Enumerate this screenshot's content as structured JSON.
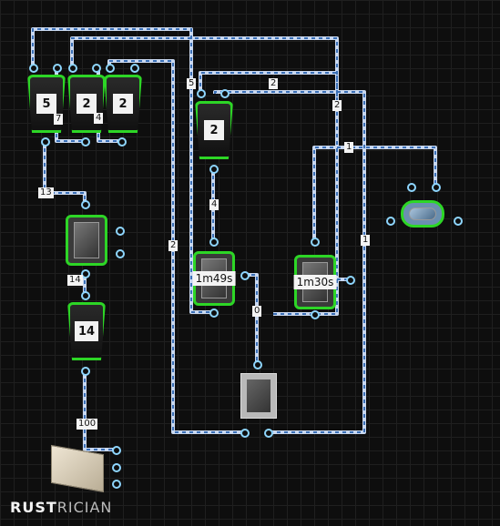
{
  "app": {
    "logo_primary": "RUST",
    "logo_secondary": "RICIAN"
  },
  "components": {
    "battery_a": "5",
    "battery_b": "2",
    "battery_c": "2",
    "battery_d": "2",
    "battery_e": "14",
    "timer_1": "1m49s",
    "timer_2": "1m30s"
  },
  "wire_labels": {
    "w7": "7",
    "w4": "4",
    "w5": "5",
    "w2a": "2",
    "w2b": "2",
    "w1a": "1",
    "w13": "13",
    "w4b": "4",
    "w14": "14",
    "w2c": "2",
    "w0": "0",
    "w1b": "1",
    "w100": "100"
  },
  "colors": {
    "wire": "#c9d8f0",
    "wire_dash": "#3a6fb6",
    "selected_outline": "#2dd626",
    "background": "#0e0e0e"
  }
}
